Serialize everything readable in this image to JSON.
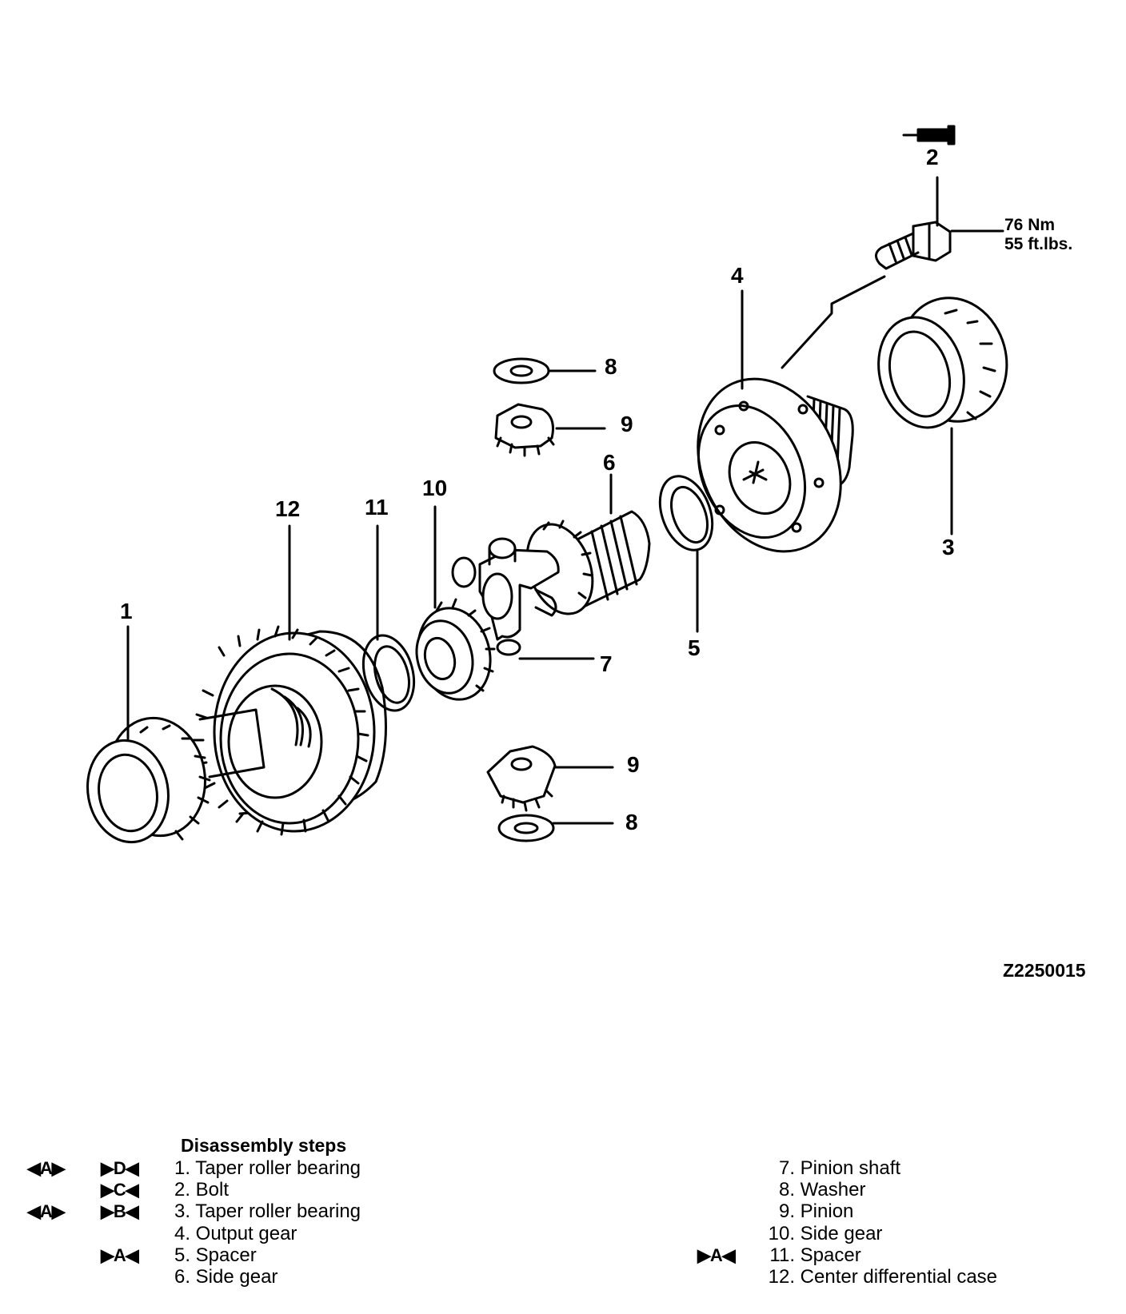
{
  "callouts": {
    "c1": "1",
    "c2": "2",
    "c3": "3",
    "c4": "4",
    "c5": "5",
    "c6": "6",
    "c7": "7",
    "c8a": "8",
    "c8b": "8",
    "c9a": "9",
    "c9b": "9",
    "c10": "10",
    "c11": "11",
    "c12": "12"
  },
  "torque": {
    "line1": "76 Nm",
    "line2": "55 ft.lbs."
  },
  "figure_id": "Z2250015",
  "legend": {
    "title": "Disassembly steps",
    "left": [
      {
        "num": "1.",
        "label": "Taper roller bearing",
        "mark_a": "◀A▶",
        "mark_b": "▶D◀"
      },
      {
        "num": "2.",
        "label": "Bolt",
        "mark_a": "",
        "mark_b": "▶C◀"
      },
      {
        "num": "3.",
        "label": "Taper roller bearing",
        "mark_a": "◀A▶",
        "mark_b": "▶B◀"
      },
      {
        "num": "4.",
        "label": "Output gear",
        "mark_a": "",
        "mark_b": ""
      },
      {
        "num": "5.",
        "label": "Spacer",
        "mark_a": "",
        "mark_b": "▶A◀"
      },
      {
        "num": "6.",
        "label": "Side gear",
        "mark_a": "",
        "mark_b": ""
      }
    ],
    "right": [
      {
        "num": "7.",
        "label": "Pinion shaft",
        "mark": ""
      },
      {
        "num": "8.",
        "label": "Washer",
        "mark": ""
      },
      {
        "num": "9.",
        "label": "Pinion",
        "mark": ""
      },
      {
        "num": "10.",
        "label": "Side gear",
        "mark": ""
      },
      {
        "num": "11.",
        "label": "Spacer",
        "mark": "▶A◀"
      },
      {
        "num": "12.",
        "label": "Center differential case",
        "mark": ""
      }
    ]
  }
}
